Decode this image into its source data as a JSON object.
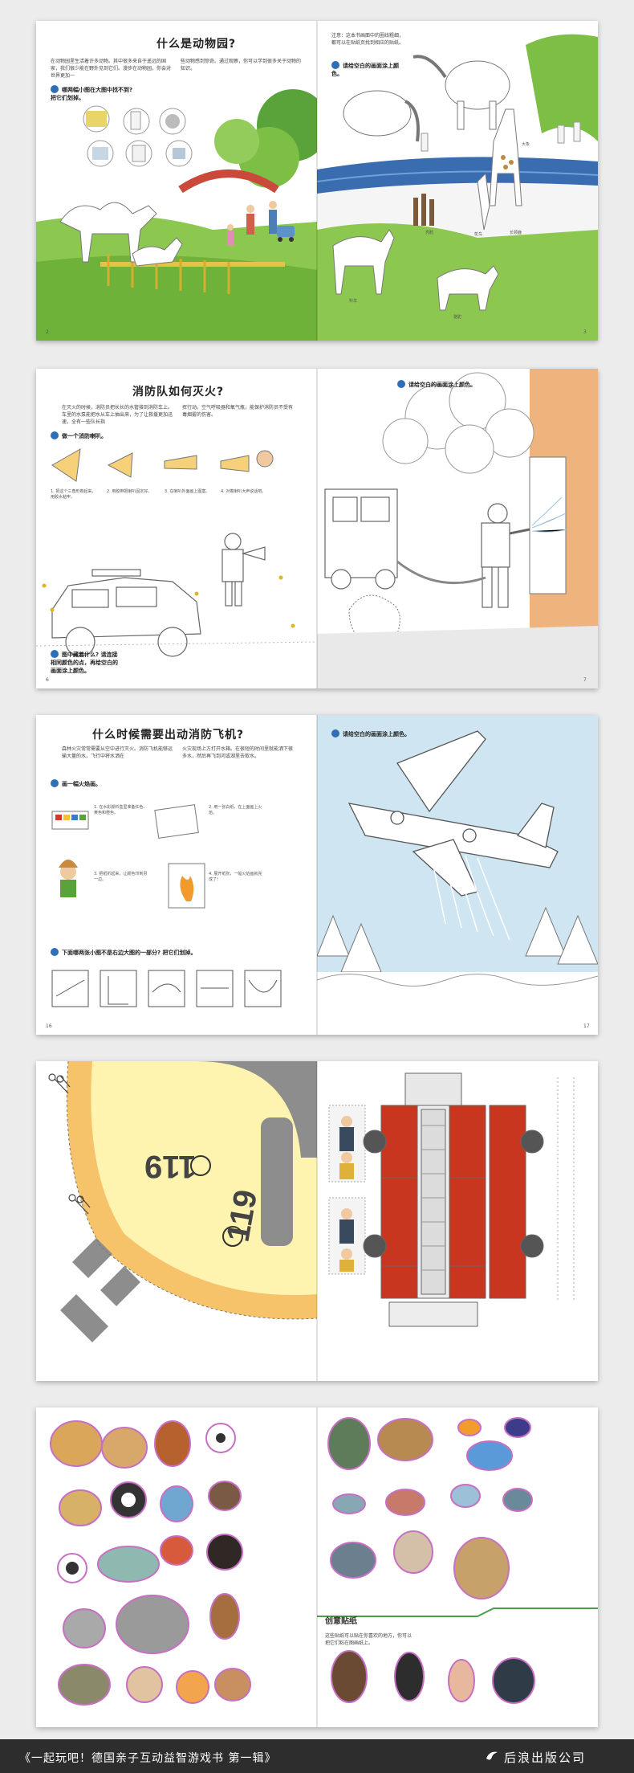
{
  "spreads": [
    {
      "left": {
        "title": "什么是动物园?",
        "body": "在动物园里生活着许多动物。其中很多来自于遥远的国家，我们很少能在野外见到它们。漫步在动物园，你会对世界更加一",
        "body2": "些动物感到惊奇。通过观察，你可以学到很多关于动物的知识。",
        "instruction": "哪两幅小图在大图中找不到? 把它们划掉。",
        "page_num": "2"
      },
      "right": {
        "note": "注意：这本书画面中的圈线粗细，都可以在贴纸页找到相应的贴纸。",
        "instruction": "请给空白的画面涂上颜色。",
        "labels": [
          "大象",
          "长颈鹿",
          "羚羊",
          "鸵鸟",
          "秃鹳",
          "骆驼"
        ],
        "page_num": "3"
      }
    },
    {
      "left": {
        "title": "消防队如何灭火?",
        "body": "在灭火的时候，消防员把长长的水管接到消防车上。车里的水泵能把水从车上抽出来，为了让救援更加迅速，全有一些队长指",
        "body2": "挥行动。空气呼吸器和氧气瓶，能保护消防员不受有毒烟雾的伤害。",
        "instruction": "做一个消防喇叭。",
        "step_captions": [
          "1. 把这个三角形卷起来，用胶水粘牢。",
          "2. 用胶带把喇叭固定好。",
          "3. 在喇叭外面画上图案。",
          "4. 对着喇叭大声说话吧。"
        ],
        "instruction2": "图中藏着什么? 请连接相同颜色的点，再给空白的画面涂上颜色。",
        "page_num": "6"
      },
      "right": {
        "instruction": "请给空白的画面涂上颜色。",
        "page_num": "7"
      }
    },
    {
      "left": {
        "title": "什么时候需要出动消防飞机?",
        "body": "森林火灾常常需要从空中进行灭火。消防飞机能够运输大量的水，飞行中将水洒在",
        "body2": "火灾现场上方打开水箱。在很短的时间里就能洒下很多水，然后再飞到河或湖里去取水。",
        "instruction": "画一幅火焰画。",
        "steps": [
          "1. 在水彩颜料盒里准备红色、黄色和橙色。",
          "2. 用一张白纸，在上面画上火焰。",
          "3. 把纸折起来，让颜色印到另一边。",
          "4. 展开纸张，一幅火焰画就完成了!"
        ],
        "instruction2": "下面哪两张小图不是右边大图的一部分? 把它们划掉。",
        "page_num": "16"
      },
      "right": {
        "instruction": "请给空白的画面涂上颜色。",
        "page_num": "17"
      }
    },
    {
      "left": {
        "phone_number": "119"
      },
      "right": {}
    },
    {
      "left": {},
      "right": {
        "sticker_title": "创意贴纸",
        "sticker_body": "这些贴纸可以贴在你喜欢的地方，你可以把它们粘在图画纸上。"
      }
    }
  ],
  "footer": {
    "title": "《一起玩吧！德国亲子互动益智游戏书 第一辑》",
    "publisher": "后浪出版公司"
  },
  "colors": {
    "footer_bg": "#2d2d2d",
    "grass_green": "#7cbf44",
    "water_blue": "#3a6db0",
    "firetruck_red": "#c9361f",
    "sky_blue": "#cfe6f2",
    "wall_orange": "#efb47d",
    "die_cut_yellow": "#fff3b0",
    "die_cut_orange": "#f6c36b",
    "road_gray": "#8d8d8d",
    "sticker_outline": "#c76fc4",
    "icon_blue": "#2e6fb5"
  }
}
